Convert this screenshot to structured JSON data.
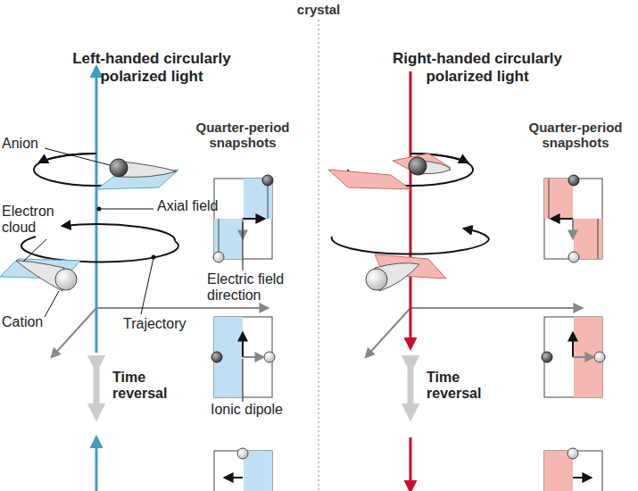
{
  "diagram": {
    "labels": [
      "crystal",
      "Left-handed circularly polarized light",
      "Quarter-period snapshots",
      "Anion",
      "Electron cloud",
      "Axial field",
      "Cation",
      "Trajectory",
      "Electric field direction",
      "Time reversal",
      "Ionic dipole",
      "Right-handed circularly polarized light",
      "Quarter-period snapshots",
      "Time reversal"
    ]
  }
}
